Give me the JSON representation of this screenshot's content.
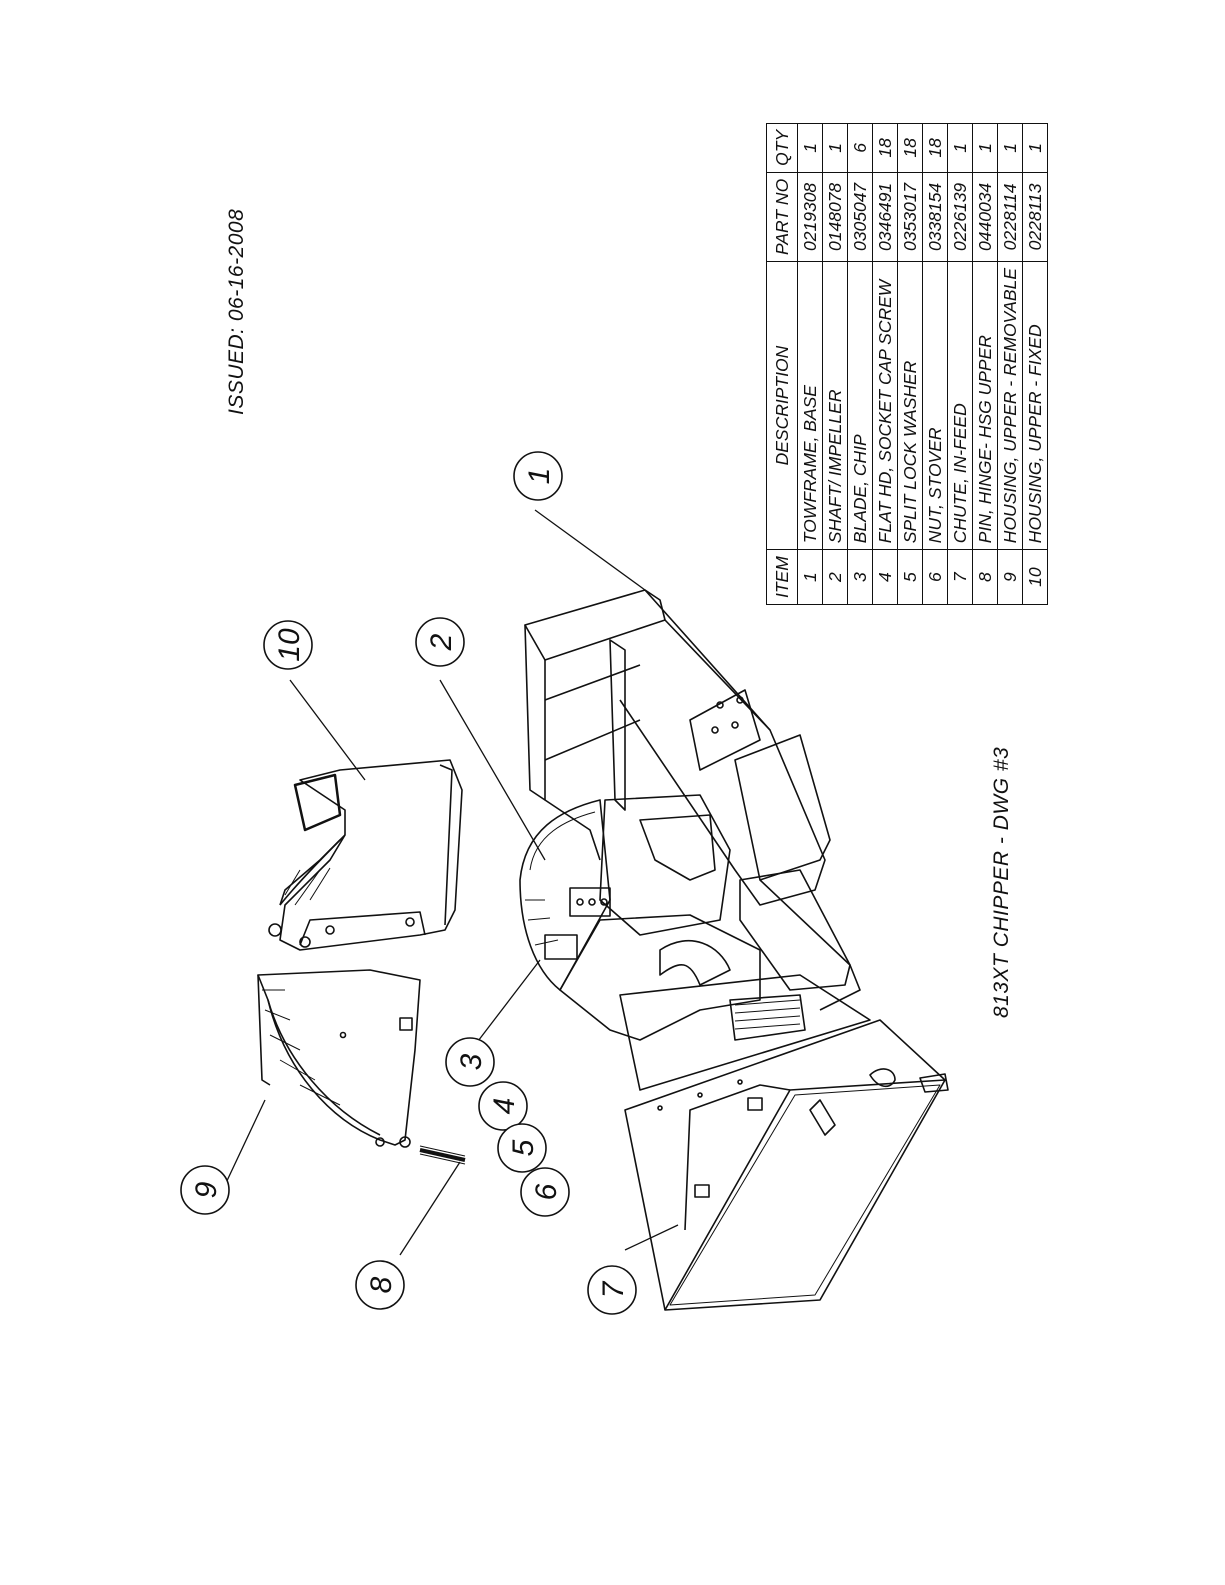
{
  "issued": "ISSUED: 06-16-2008",
  "drawing_title": "813XT CHIPPER - DWG #3",
  "table": {
    "headers": {
      "item": "ITEM",
      "description": "DESCRIPTION",
      "part_no": "PART NO",
      "qty": "QTY"
    },
    "rows": [
      {
        "item": "1",
        "description": "TOWFRAME, BASE",
        "part_no": "0219308",
        "qty": "1"
      },
      {
        "item": "2",
        "description": "SHAFT/ IMPELLER",
        "part_no": "0148078",
        "qty": "1"
      },
      {
        "item": "3",
        "description": "BLADE, CHIP",
        "part_no": "0305047",
        "qty": "6"
      },
      {
        "item": "4",
        "description": "FLAT HD, SOCKET CAP SCREW",
        "part_no": "0346491",
        "qty": "18"
      },
      {
        "item": "5",
        "description": "SPLIT LOCK WASHER",
        "part_no": "0353017",
        "qty": "18"
      },
      {
        "item": "6",
        "description": "NUT, STOVER",
        "part_no": "0338154",
        "qty": "18"
      },
      {
        "item": "7",
        "description": "CHUTE, IN-FEED",
        "part_no": "0226139",
        "qty": "1"
      },
      {
        "item": "8",
        "description": "PIN, HINGE- HSG UPPER",
        "part_no": "0440034",
        "qty": "1"
      },
      {
        "item": "9",
        "description": "HOUSING, UPPER - REMOVABLE",
        "part_no": "0228114",
        "qty": "1"
      },
      {
        "item": "10",
        "description": "HOUSING, UPPER - FIXED",
        "part_no": "0228113",
        "qty": "1"
      }
    ]
  },
  "callouts": [
    "1",
    "2",
    "3",
    "4",
    "5",
    "6",
    "7",
    "8",
    "9",
    "10"
  ]
}
